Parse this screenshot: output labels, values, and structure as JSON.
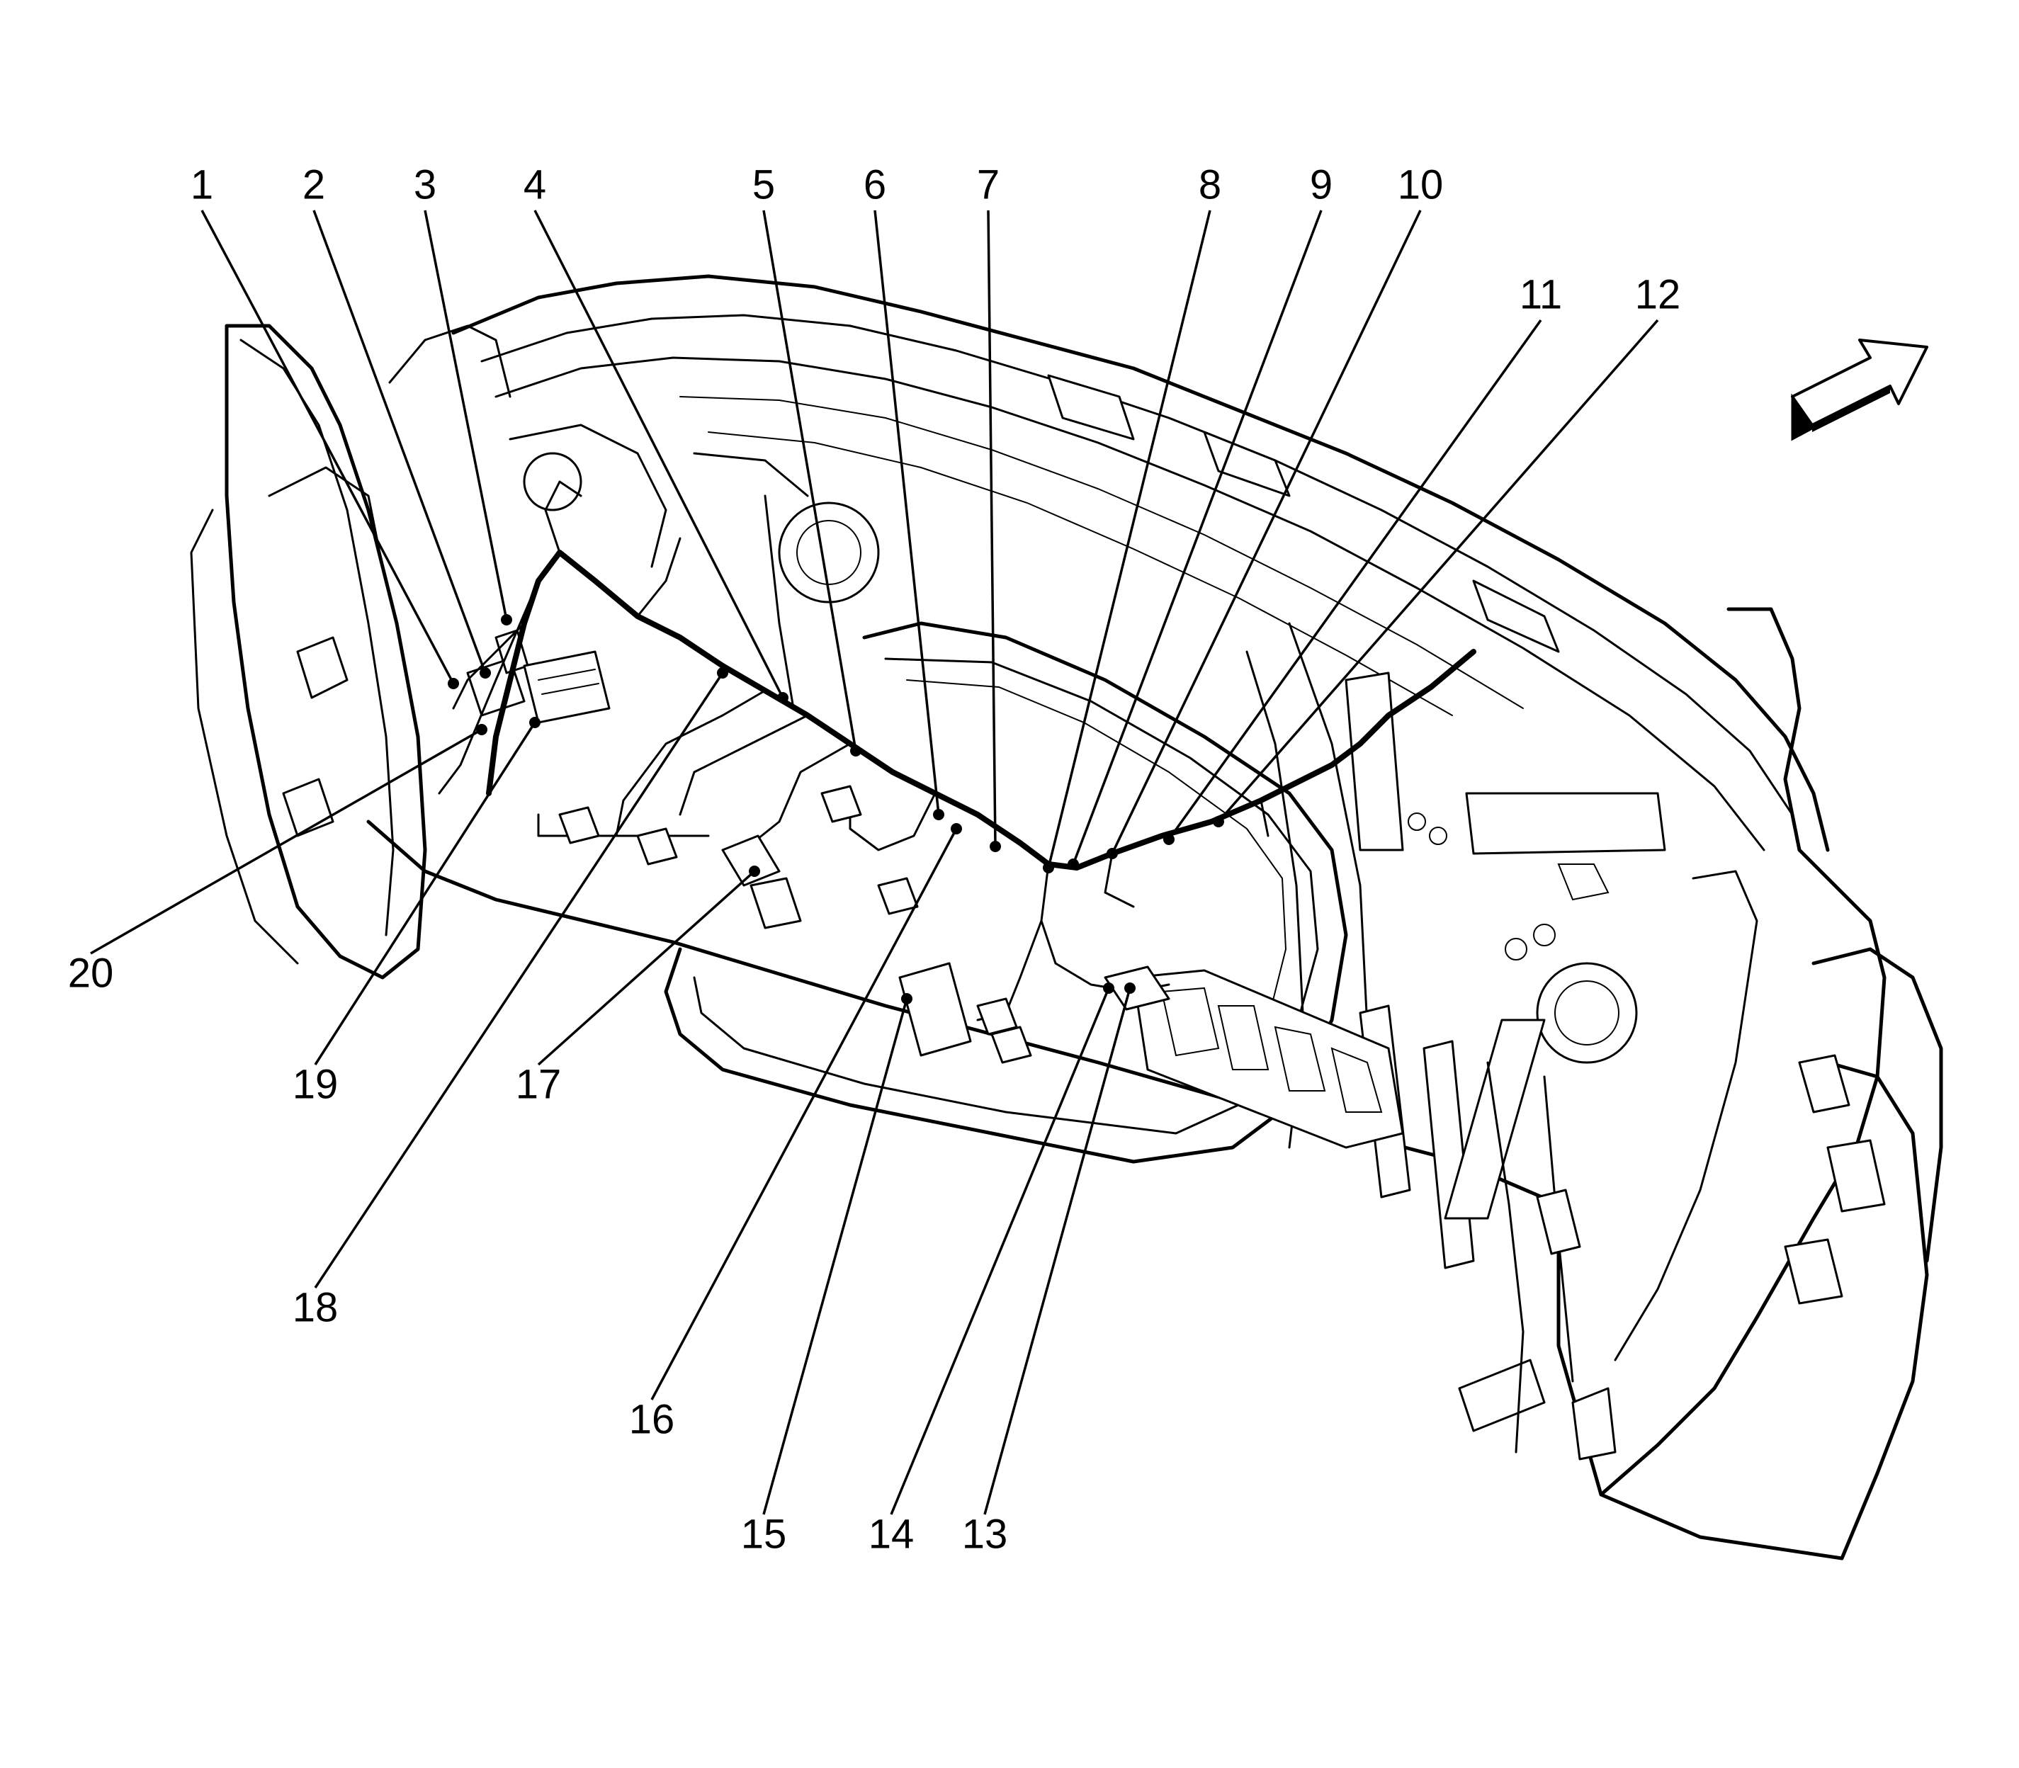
{
  "callouts": [
    {
      "label": "1"
    },
    {
      "label": "2"
    },
    {
      "label": "3"
    },
    {
      "label": "4"
    },
    {
      "label": "5"
    },
    {
      "label": "6"
    },
    {
      "label": "7"
    },
    {
      "label": "8"
    },
    {
      "label": "9"
    },
    {
      "label": "10"
    },
    {
      "label": "11"
    },
    {
      "label": "12"
    },
    {
      "label": "13"
    },
    {
      "label": "14"
    },
    {
      "label": "15"
    },
    {
      "label": "16"
    },
    {
      "label": "17"
    },
    {
      "label": "18"
    },
    {
      "label": "19"
    },
    {
      "label": "20"
    }
  ],
  "direction_arrow": {
    "icon": "arrow-up-right-icon",
    "color": "#000000"
  }
}
